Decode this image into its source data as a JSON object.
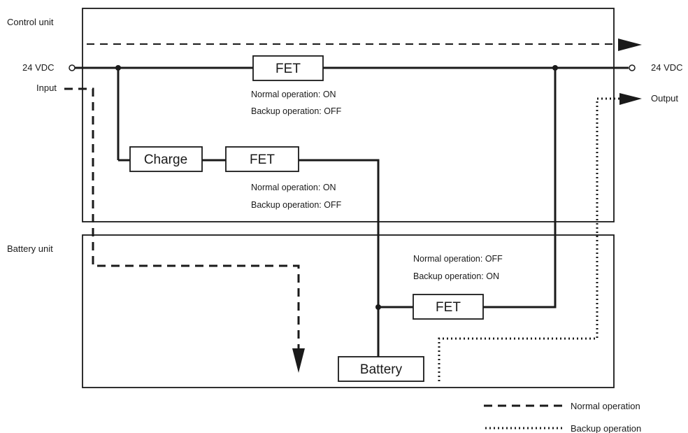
{
  "sections": {
    "control_unit": "Control unit",
    "battery_unit": "Battery unit"
  },
  "terminals": {
    "in_voltage": "24 VDC",
    "in_label": "Input",
    "out_voltage": "24 VDC",
    "out_label": "Output"
  },
  "components": {
    "fet_main": "FET",
    "charge": "Charge",
    "fet_charge": "FET",
    "fet_battery": "FET",
    "battery": "Battery"
  },
  "states": {
    "fet_main": {
      "normal": "Normal operation: ON",
      "backup": "Backup operation: OFF"
    },
    "fet_charge": {
      "normal": "Normal operation: ON",
      "backup": "Backup operation: OFF"
    },
    "fet_battery": {
      "normal": "Normal operation: OFF",
      "backup": "Backup operation: ON"
    }
  },
  "legend": {
    "normal": "Normal operation",
    "backup": "Backup operation"
  }
}
